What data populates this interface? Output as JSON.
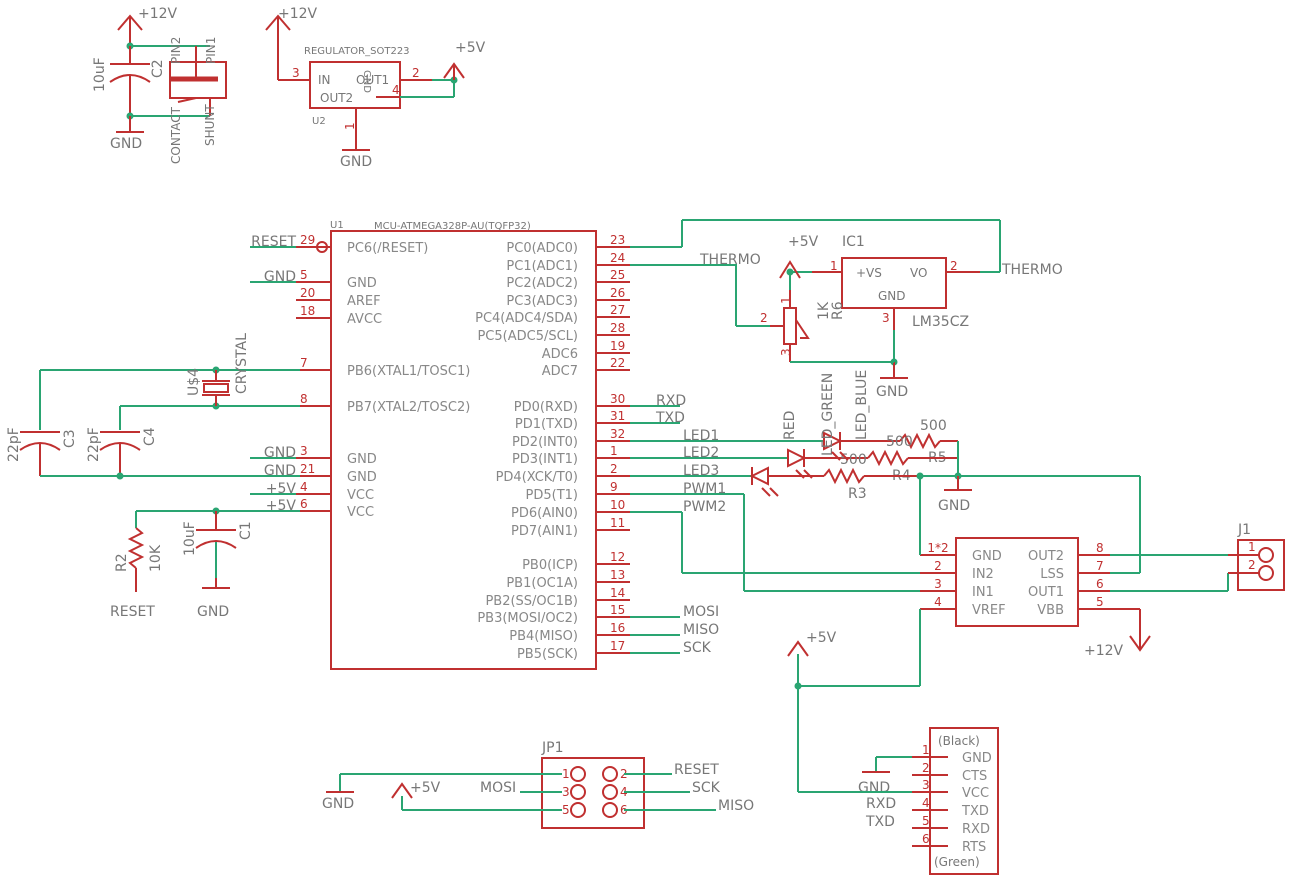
{
  "power": {
    "p12v": "+12V",
    "p5v": "+5V",
    "gnd": "GND"
  },
  "switch_block": {
    "cap_name": "C2",
    "cap_value": "10uF",
    "pin2": "PIN2",
    "pin1": "PIN1",
    "contact": "CONTACT",
    "shunt": "SHUNT"
  },
  "regulator": {
    "title": "REGULATOR_SOT223",
    "ref": "U2",
    "in": "IN",
    "out1": "OUT1",
    "out2": "OUT2",
    "gnd": "GND",
    "p3": "3",
    "p2": "2",
    "p4": "4",
    "p1": "1"
  },
  "mcu": {
    "ref": "U1",
    "part": "MCU-ATMEGA328P-AU(TQFP32)",
    "left_pins": [
      {
        "num": "29",
        "name": "PC6(/RESET)",
        "net": "RESET"
      },
      {
        "num": "5",
        "name": "GND",
        "net": "GND"
      },
      {
        "num": "20",
        "name": "AREF",
        "net": ""
      },
      {
        "num": "18",
        "name": "AVCC",
        "net": ""
      },
      {
        "num": "7",
        "name": "PB6(XTAL1/TOSC1)",
        "net": ""
      },
      {
        "num": "8",
        "name": "PB7(XTAL2/TOSC2)",
        "net": ""
      },
      {
        "num": "3",
        "name": "GND",
        "net": "GND"
      },
      {
        "num": "21",
        "name": "GND",
        "net": "GND"
      },
      {
        "num": "4",
        "name": "VCC",
        "net": "+5V"
      },
      {
        "num": "6",
        "name": "VCC",
        "net": "+5V"
      }
    ],
    "right_pins": [
      {
        "num": "23",
        "name": "PC0(ADC0)",
        "net": ""
      },
      {
        "num": "24",
        "name": "PC1(ADC1)",
        "net": "THERMO"
      },
      {
        "num": "25",
        "name": "PC2(ADC2)",
        "net": ""
      },
      {
        "num": "26",
        "name": "PC3(ADC3)",
        "net": ""
      },
      {
        "num": "27",
        "name": "PC4(ADC4/SDA)",
        "net": ""
      },
      {
        "num": "28",
        "name": "PC5(ADC5/SCL)",
        "net": ""
      },
      {
        "num": "19",
        "name": "ADC6",
        "net": ""
      },
      {
        "num": "22",
        "name": "ADC7",
        "net": ""
      },
      {
        "num": "30",
        "name": "PD0(RXD)",
        "net": "RXD"
      },
      {
        "num": "31",
        "name": "PD1(TXD)",
        "net": "TXD"
      },
      {
        "num": "32",
        "name": "PD2(INT0)",
        "net": "LED1"
      },
      {
        "num": "1",
        "name": "PD3(INT1)",
        "net": "LED2"
      },
      {
        "num": "2",
        "name": "PD4(XCK/T0)",
        "net": "LED3"
      },
      {
        "num": "9",
        "name": "PD5(T1)",
        "net": "PWM1"
      },
      {
        "num": "10",
        "name": "PD6(AIN0)",
        "net": "PWM2"
      },
      {
        "num": "11",
        "name": "PD7(AIN1)",
        "net": ""
      },
      {
        "num": "12",
        "name": "PB0(ICP)",
        "net": ""
      },
      {
        "num": "13",
        "name": "PB1(OC1A)",
        "net": ""
      },
      {
        "num": "14",
        "name": "PB2(SS/OC1B)",
        "net": ""
      },
      {
        "num": "15",
        "name": "PB3(MOSI/OC2)",
        "net": "MOSI"
      },
      {
        "num": "16",
        "name": "PB4(MISO)",
        "net": "MISO"
      },
      {
        "num": "17",
        "name": "PB5(SCK)",
        "net": "SCK"
      }
    ]
  },
  "crystal": {
    "ref": "U$4",
    "name": "CRYSTAL",
    "c3_name": "C3",
    "c3_value": "22pF",
    "c4_name": "C4",
    "c4_value": "22pF"
  },
  "c1": {
    "name": "C1",
    "value": "10uF"
  },
  "r2": {
    "name": "R2",
    "value": "10K",
    "net": "RESET"
  },
  "ic1": {
    "ref": "IC1",
    "part": "LM35CZ",
    "vs": "+VS",
    "vo": "VO",
    "gnd": "GND",
    "p1": "1",
    "p2": "2",
    "p3": "3",
    "net": "THERMO"
  },
  "r6": {
    "name": "R6",
    "value": "1K",
    "p1": "1",
    "p2": "2",
    "p3": "3"
  },
  "leds": {
    "red": "RED",
    "green": "LED_GREEN",
    "blue": "LED_BLUE",
    "r3_name": "R3",
    "r3_value": "500",
    "r4_name": "R4",
    "r4_value": "500",
    "r5_name": "R5",
    "r5_value": "500"
  },
  "driver": {
    "pin_l": [
      {
        "num": "1*2",
        "name": "GND"
      },
      {
        "num": "2",
        "name": "IN2"
      },
      {
        "num": "3",
        "name": "IN1"
      },
      {
        "num": "4",
        "name": "VREF"
      }
    ],
    "pin_r": [
      {
        "num": "8",
        "name": "OUT2"
      },
      {
        "num": "7",
        "name": "LSS"
      },
      {
        "num": "6",
        "name": "OUT1"
      },
      {
        "num": "5",
        "name": "VBB"
      }
    ]
  },
  "j1": {
    "ref": "J1",
    "p1": "1",
    "p2": "2"
  },
  "jp1": {
    "ref": "JP1",
    "nums": [
      "1",
      "2",
      "3",
      "4",
      "5",
      "6"
    ],
    "nets": [
      "RESET",
      "MOSI",
      "SCK",
      "MISO"
    ]
  },
  "ftdi": {
    "header": "(Black)",
    "footer": "(Green)",
    "pins": [
      {
        "num": "1",
        "name": "GND"
      },
      {
        "num": "2",
        "name": "CTS"
      },
      {
        "num": "3",
        "name": "VCC"
      },
      {
        "num": "4",
        "name": "TXD"
      },
      {
        "num": "5",
        "name": "RXD"
      },
      {
        "num": "6",
        "name": "RTS"
      }
    ],
    "nets": [
      "GND",
      "RXD",
      "TXD"
    ]
  }
}
